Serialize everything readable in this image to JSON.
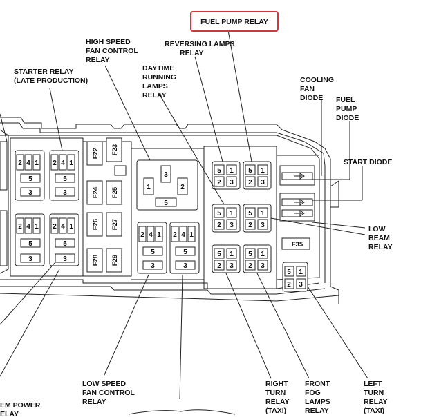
{
  "highlight": {
    "label": "FUEL PUMP RELAY",
    "color": "#d8343b"
  },
  "labels": {
    "high_speed_fan": [
      "HIGH SPEED",
      "FAN CONTROL",
      "RELAY"
    ],
    "reversing_lamps": [
      "REVERSING LAMPS",
      "RELAY"
    ],
    "starter_relay": [
      "STARTER RELAY",
      "(LATE PRODUCTION)"
    ],
    "drl": [
      "DAYTIME",
      "RUNNING",
      "LAMPS",
      "RELAY"
    ],
    "cooling_fan_diode": [
      "COOLING",
      "FAN",
      "DIODE"
    ],
    "fuel_pump_diode": [
      "FUEL",
      "PUMP",
      "DIODE"
    ],
    "start_diode": [
      "START DIODE"
    ],
    "low_beam": [
      "LOW",
      "BEAM",
      "RELAY"
    ],
    "low_speed_fan": [
      "LOW SPEED",
      "FAN CONTROL",
      "RELAY"
    ],
    "right_turn": [
      "RIGHT",
      "TURN",
      "RELAY",
      "(TAXI)"
    ],
    "front_fog": [
      "FRONT",
      "FOG",
      "LAMPS",
      "RELAY"
    ],
    "left_turn": [
      "LEFT",
      "TURN",
      "RELAY",
      "(TAXI)"
    ],
    "pcm_power": [
      "EM POWER",
      "ELAY"
    ]
  },
  "fuses": [
    "F22",
    "F23",
    "F24",
    "F25",
    "F26",
    "F27",
    "F28",
    "F29",
    "F35"
  ],
  "pins": {
    "p1": "1",
    "p2": "2",
    "p3": "3",
    "p4": "4",
    "p5": "5"
  }
}
